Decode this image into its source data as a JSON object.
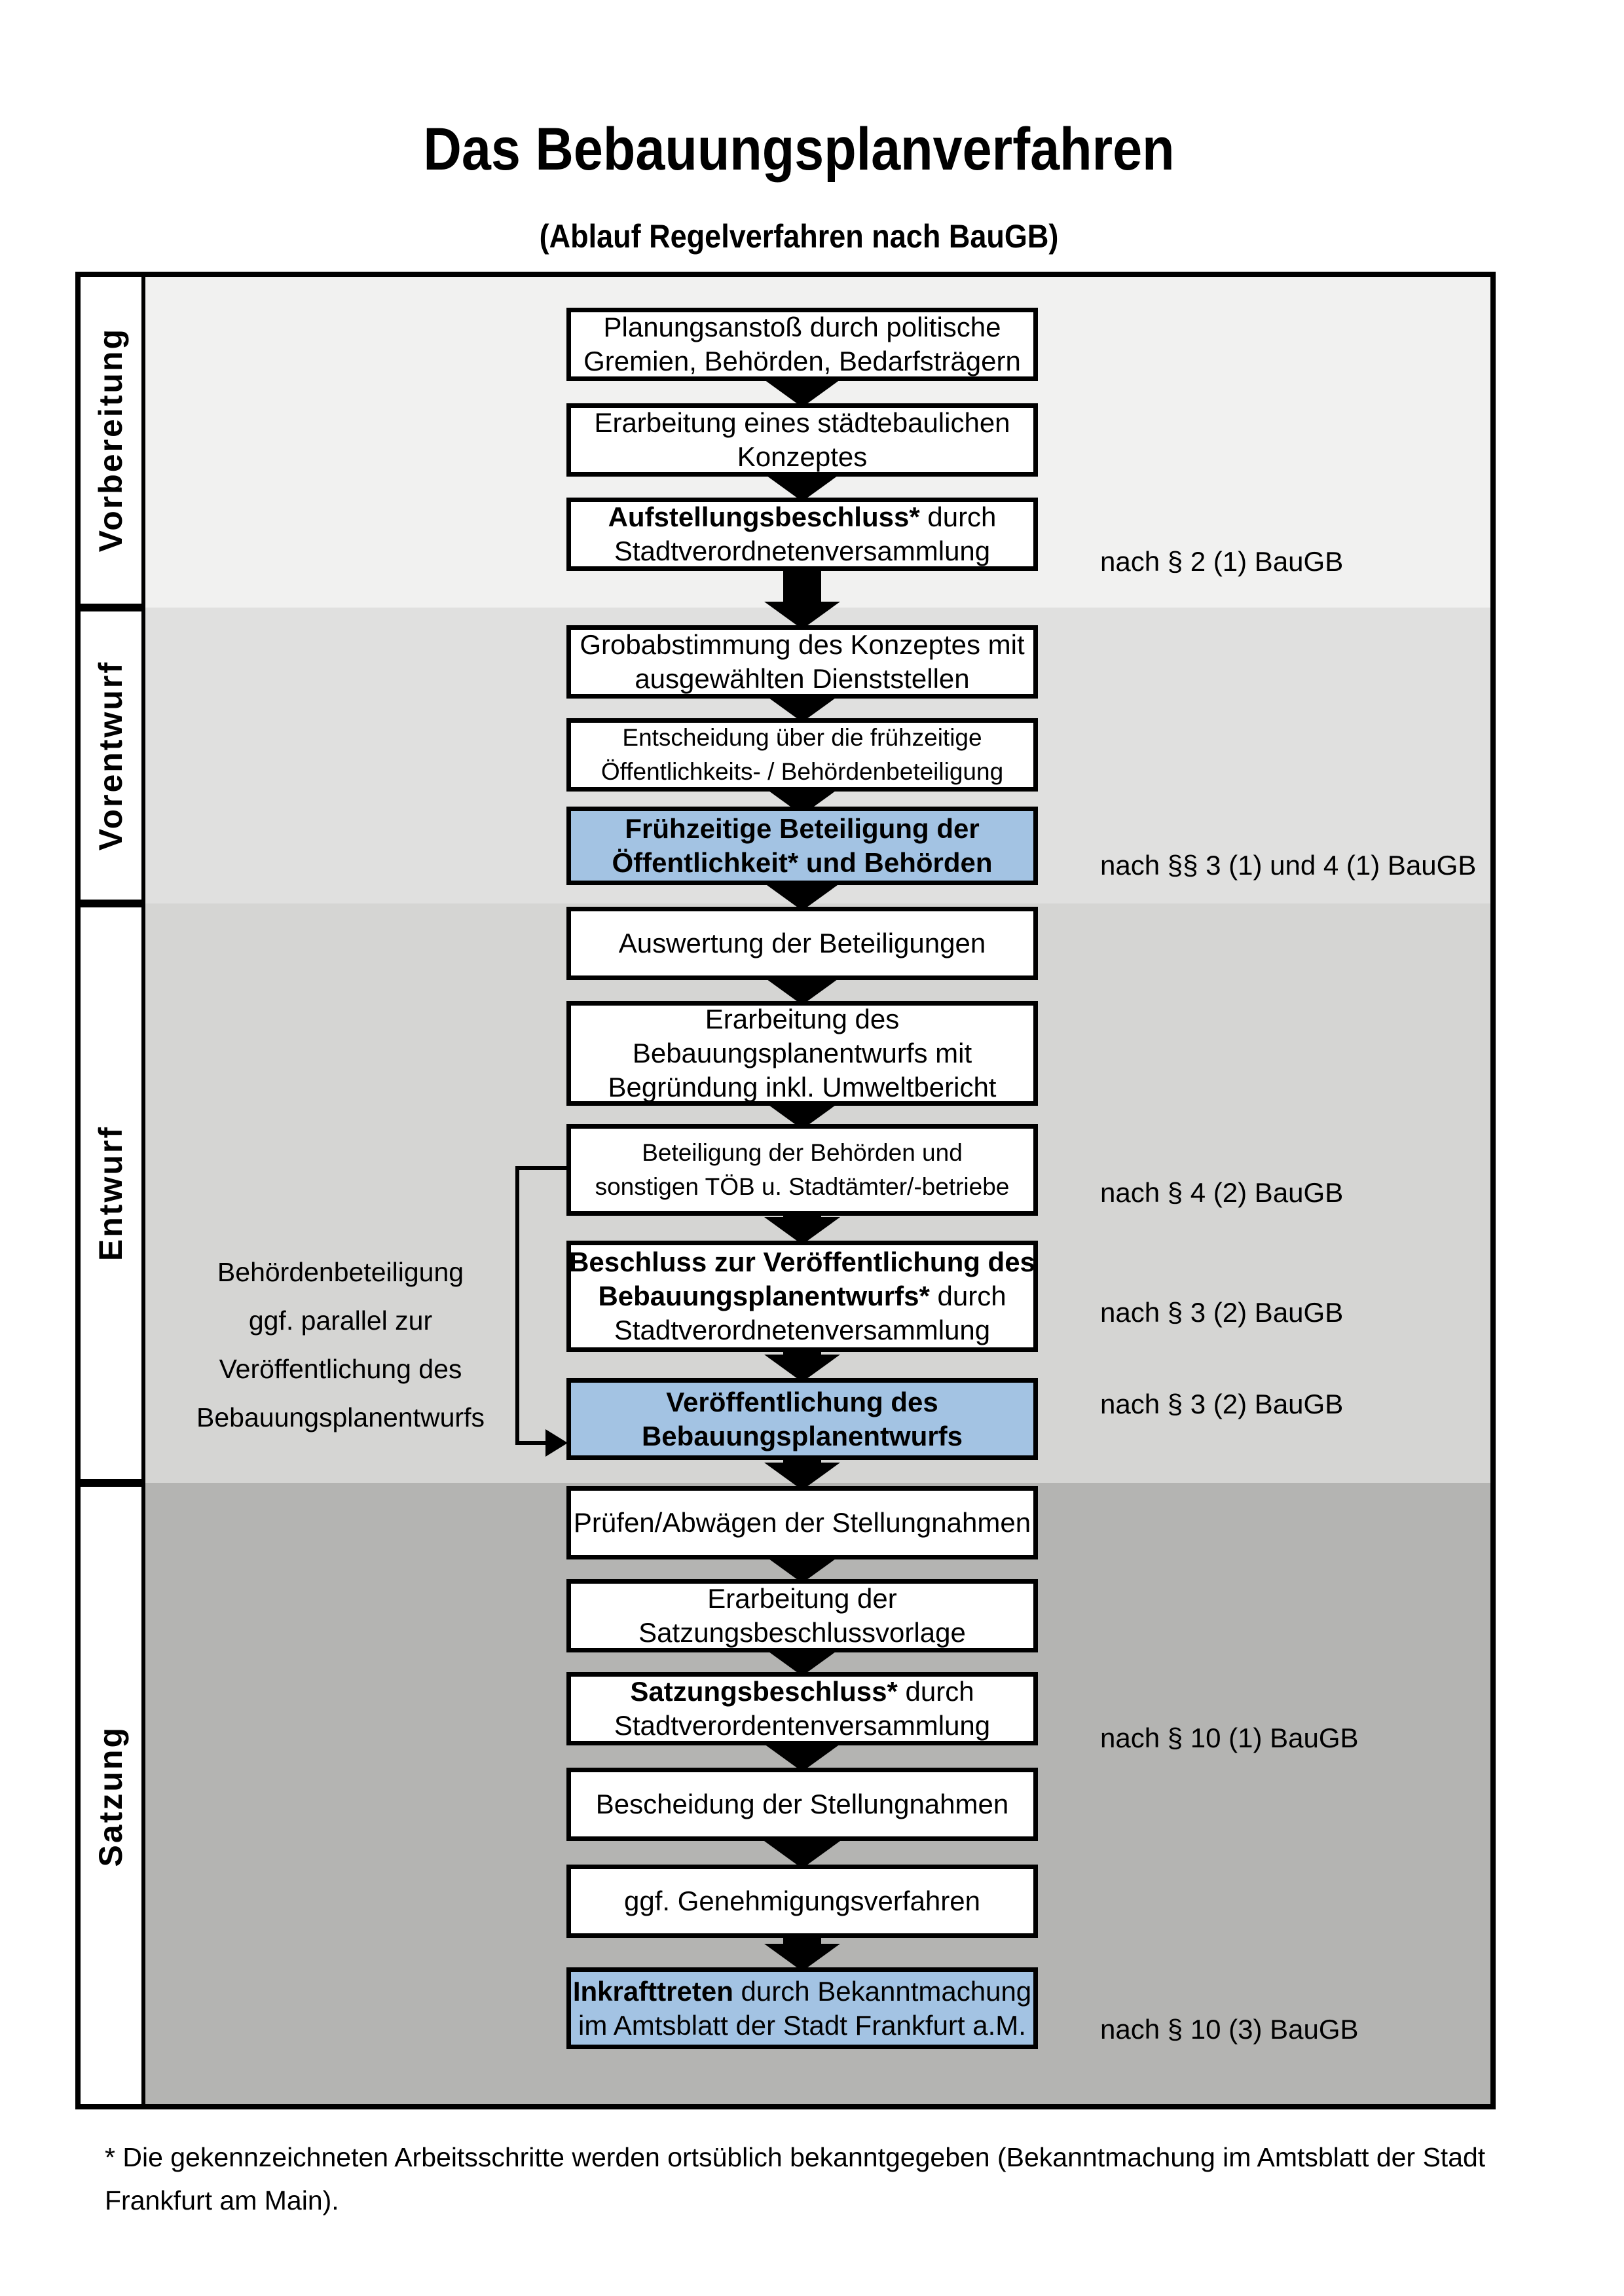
{
  "title": "Das Bebauungsplanverfahren",
  "subtitle": "(Ablauf Regelverfahren nach BauGB)",
  "colors": {
    "phase_backgrounds": [
      "#f1f1f0",
      "#e0e0df",
      "#d5d5d3",
      "#b4b4b2"
    ],
    "highlight": "#a3c3e3",
    "border": "#000000",
    "box_background": "#ffffff"
  },
  "phases": [
    {
      "id": "vorbereitung",
      "label": "Vorbereitung"
    },
    {
      "id": "vorentwurf",
      "label": "Vorentwurf"
    },
    {
      "id": "entwurf",
      "label": "Entwurf"
    },
    {
      "id": "satzung",
      "label": "Satzung"
    }
  ],
  "boxes": [
    {
      "id": "planungsanstoss",
      "phase": 0,
      "highlight": false,
      "lines": [
        {
          "segments": [
            {
              "t": "Planungsanstoß durch politische",
              "b": false
            }
          ]
        },
        {
          "segments": [
            {
              "t": "Gremien, Behörden, Bedarfsträgern",
              "b": false
            }
          ]
        }
      ]
    },
    {
      "id": "staedtebauliches-konzept",
      "phase": 0,
      "highlight": false,
      "lines": [
        {
          "segments": [
            {
              "t": "Erarbeitung eines städtebaulichen",
              "b": false
            }
          ]
        },
        {
          "segments": [
            {
              "t": "Konzeptes",
              "b": false
            }
          ]
        }
      ]
    },
    {
      "id": "aufstellungsbeschluss",
      "phase": 0,
      "highlight": false,
      "lines": [
        {
          "segments": [
            {
              "t": "Aufstellungsbeschluss*",
              "b": true
            },
            {
              "t": " durch",
              "b": false
            }
          ]
        },
        {
          "segments": [
            {
              "t": "Stadtverordnetenversammlung",
              "b": false
            }
          ]
        }
      ]
    },
    {
      "id": "grobabstimmung",
      "phase": 1,
      "highlight": false,
      "lines": [
        {
          "segments": [
            {
              "t": "Grobabstimmung des Konzeptes mit",
              "b": false
            }
          ]
        },
        {
          "segments": [
            {
              "t": "ausgewählten Dienststellen",
              "b": false
            }
          ]
        }
      ]
    },
    {
      "id": "entscheidung-fruehzeitige-beteiligung",
      "phase": 1,
      "highlight": false,
      "lines": [
        {
          "segments": [
            {
              "t": "Entscheidung über die frühzeitige",
              "b": false
            }
          ]
        },
        {
          "segments": [
            {
              "t": "Öffentlichkeits- / Behördenbeteiligung",
              "b": false
            }
          ]
        }
      ]
    },
    {
      "id": "fruehzeitige-beteiligung",
      "phase": 1,
      "highlight": true,
      "lines": [
        {
          "segments": [
            {
              "t": "Frühzeitige Beteiligung der",
              "b": true
            }
          ]
        },
        {
          "segments": [
            {
              "t": "Öffentlichkeit* und Behörden",
              "b": true
            }
          ]
        }
      ]
    },
    {
      "id": "auswertung-beteiligungen",
      "phase": 2,
      "highlight": false,
      "lines": [
        {
          "segments": [
            {
              "t": "Auswertung der Beteiligungen",
              "b": false
            }
          ]
        }
      ]
    },
    {
      "id": "erarbeitung-bebauungsplanentwurf",
      "phase": 2,
      "highlight": false,
      "lines": [
        {
          "segments": [
            {
              "t": "Erarbeitung des",
              "b": false
            }
          ]
        },
        {
          "segments": [
            {
              "t": "Bebauungsplanentwurfs mit",
              "b": false
            }
          ]
        },
        {
          "segments": [
            {
              "t": "Begründung inkl. Umweltbericht",
              "b": false
            }
          ]
        }
      ]
    },
    {
      "id": "beteiligung-behoerden-toeb",
      "phase": 2,
      "highlight": false,
      "lines": [
        {
          "segments": [
            {
              "t": "Beteiligung der Behörden und",
              "b": false
            }
          ]
        },
        {
          "segments": [
            {
              "t": "sonstigen TÖB u. Stadtämter/-betriebe",
              "b": false
            }
          ]
        }
      ]
    },
    {
      "id": "beschluss-veroeffentlichung",
      "phase": 2,
      "highlight": false,
      "lines": [
        {
          "segments": [
            {
              "t": "Beschluss zur Veröffentlichung des",
              "b": true
            }
          ]
        },
        {
          "segments": [
            {
              "t": "Bebauungsplanentwurfs*",
              "b": true
            },
            {
              "t": " durch",
              "b": false
            }
          ]
        },
        {
          "segments": [
            {
              "t": "Stadtverordnetenversammlung",
              "b": false
            }
          ]
        }
      ]
    },
    {
      "id": "veroeffentlichung-bebauungsplanentwurf",
      "phase": 2,
      "highlight": true,
      "lines": [
        {
          "segments": [
            {
              "t": "Veröffentlichung des",
              "b": true
            }
          ]
        },
        {
          "segments": [
            {
              "t": "Bebauungsplanentwurfs",
              "b": true
            }
          ]
        }
      ]
    },
    {
      "id": "pruefen-abwaegen-stellungnahmen",
      "phase": 3,
      "highlight": false,
      "lines": [
        {
          "segments": [
            {
              "t": "Prüfen/Abwägen der Stellungnahmen",
              "b": false
            }
          ]
        }
      ]
    },
    {
      "id": "erarbeitung-satzungsbeschlussvorlage",
      "phase": 3,
      "highlight": false,
      "lines": [
        {
          "segments": [
            {
              "t": "Erarbeitung der",
              "b": false
            }
          ]
        },
        {
          "segments": [
            {
              "t": "Satzungsbeschlussvorlage",
              "b": false
            }
          ]
        }
      ]
    },
    {
      "id": "satzungsbeschluss",
      "phase": 3,
      "highlight": false,
      "lines": [
        {
          "segments": [
            {
              "t": "Satzungsbeschluss*",
              "b": true
            },
            {
              "t": " durch",
              "b": false
            }
          ]
        },
        {
          "segments": [
            {
              "t": "Stadtverordentenversammlung",
              "b": false
            }
          ]
        }
      ]
    },
    {
      "id": "bescheidung-stellungnahmen",
      "phase": 3,
      "highlight": false,
      "lines": [
        {
          "segments": [
            {
              "t": "Bescheidung der Stellungnahmen",
              "b": false
            }
          ]
        }
      ]
    },
    {
      "id": "genehmigungsverfahren",
      "phase": 3,
      "highlight": false,
      "lines": [
        {
          "segments": [
            {
              "t": "ggf. Genehmigungsverfahren",
              "b": false
            }
          ]
        }
      ]
    },
    {
      "id": "inkrafttreten",
      "phase": 3,
      "highlight": true,
      "lines": [
        {
          "segments": [
            {
              "t": "Inkrafttreten",
              "b": true
            },
            {
              "t": " durch Bekanntmachung",
              "b": false
            }
          ]
        },
        {
          "segments": [
            {
              "t": "im Amtsblatt der Stadt Frankfurt a.M.",
              "b": false
            }
          ]
        }
      ]
    }
  ],
  "side_labels": [
    {
      "text": "nach § 2 (1) BauGB"
    },
    {
      "text": "nach §§ 3 (1) und 4 (1) BauGB"
    },
    {
      "text": "nach § 4 (2) BauGB"
    },
    {
      "text": "nach § 3 (2) BauGB"
    },
    {
      "text": "nach § 3 (2) BauGB"
    },
    {
      "text": "nach § 10 (1) BauGB"
    },
    {
      "text": "nach § 10 (3) BauGB"
    }
  ],
  "side_note": {
    "lines": [
      "Behördenbeteiligung",
      "ggf. parallel zur",
      "Veröffentlichung des",
      "Bebauungsplanentwurfs"
    ]
  },
  "footnote": {
    "lines": [
      "* Die gekennzeichneten Arbeitsschritte werden ortsüblich bekanntgegeben (Bekanntmachung im Amtsblatt  der Stadt",
      "Frankfurt am Main)."
    ]
  }
}
